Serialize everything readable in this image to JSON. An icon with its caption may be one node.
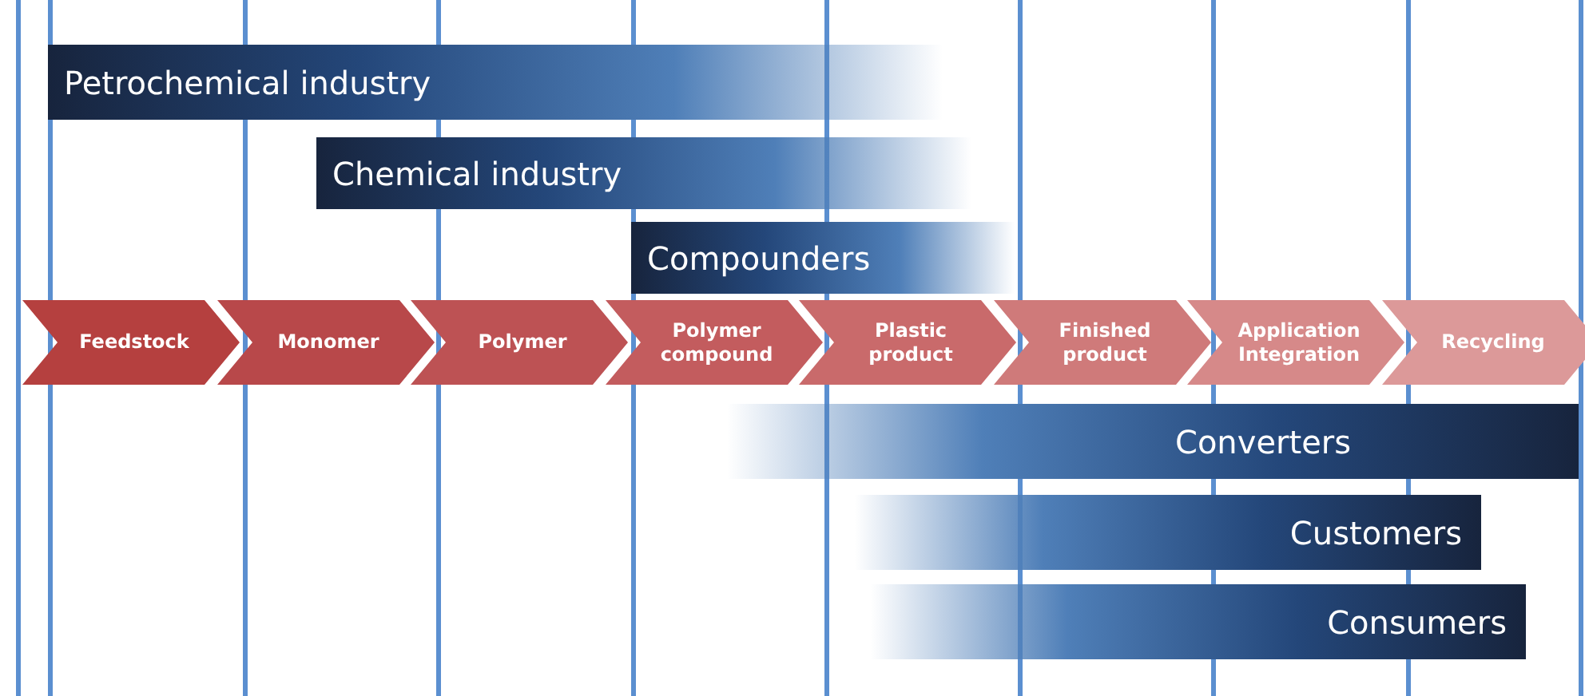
{
  "diagram": {
    "nodes": [
      {
        "text": [
          "Petrochemical industry"
        ]
      },
      {
        "text": [
          "Chemical industry"
        ]
      },
      {
        "text": [
          "Compounders"
        ]
      },
      {
        "text": [
          "Feedstock"
        ]
      },
      {
        "text": [
          "Monomer"
        ]
      },
      {
        "text": [
          "Polymer"
        ]
      },
      {
        "text": [
          "Polymer compound"
        ]
      },
      {
        "text": [
          "Plastic product"
        ]
      },
      {
        "text": [
          "Finished product"
        ]
      },
      {
        "text": [
          "Application Integration"
        ]
      },
      {
        "text": [
          "Recycling"
        ]
      },
      {
        "text": [
          "Converters"
        ]
      },
      {
        "text": [
          "Customers"
        ]
      },
      {
        "text": [
          "Consumers"
        ]
      }
    ],
    "edges": []
  }
}
